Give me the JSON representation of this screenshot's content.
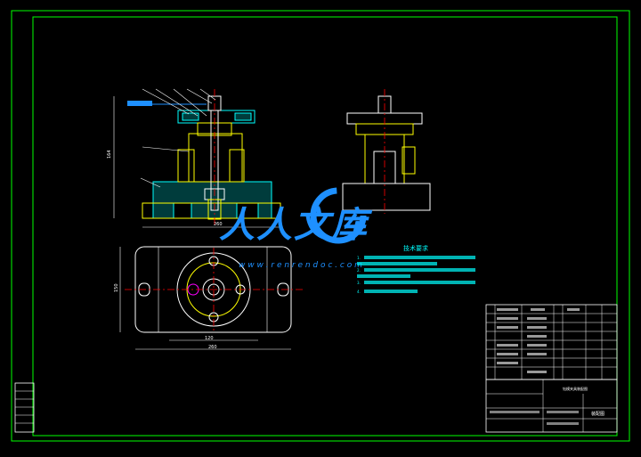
{
  "watermark": {
    "brand_text": "人人文库",
    "url_text": "w w w . r e n r e n d o c . c o m"
  },
  "requirements": {
    "title": "技术要求",
    "items": [
      "1.",
      "2.",
      "3.",
      "4."
    ]
  },
  "dimensions": {
    "front_height": "164",
    "front_width": "260",
    "plan_height": "150",
    "plan_width_inner": "120",
    "plan_width_total": "260"
  },
  "title_block": {
    "drawing_name": "钻模夹具装配图",
    "right_label": "装配图"
  },
  "colors": {
    "line": "#00ff00",
    "part": "#ffff00",
    "hatch": "#00ffff",
    "center": "#ff0000",
    "blue": "#1e90ff",
    "white": "#ffffff"
  }
}
